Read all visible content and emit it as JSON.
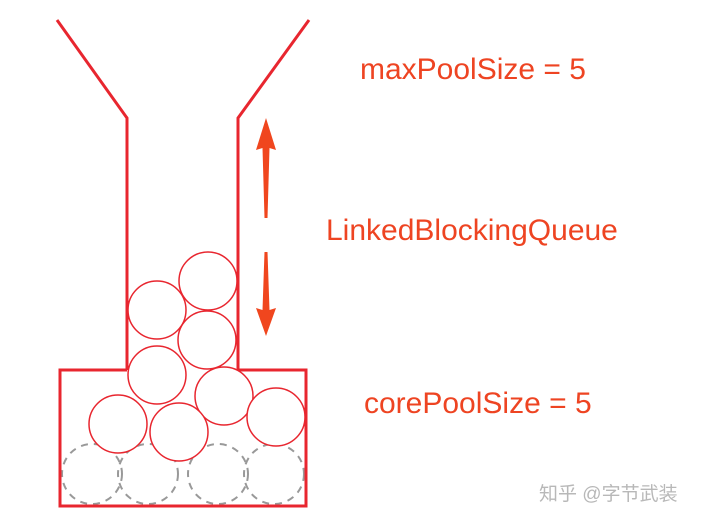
{
  "labels": {
    "max_pool": "maxPoolSize = 5",
    "queue": "LinkedBlockingQueue",
    "core_pool": "corePoolSize = 5"
  },
  "watermark": "知乎 @字节武装",
  "icons": {
    "up": "arrow-up-icon",
    "down": "arrow-down-icon"
  },
  "colors": {
    "funnel": "#e8262f",
    "ball": "#e8262f",
    "empty_slot": "#999999",
    "arrow": "#f0461e",
    "text": "#ee4422",
    "watermark": "#b8b8b8"
  }
}
